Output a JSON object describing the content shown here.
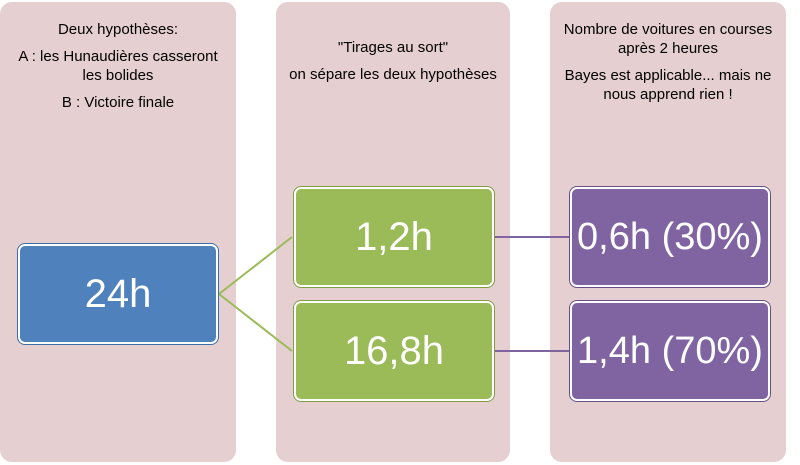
{
  "columns": [
    {
      "lines": [
        "Deux hypothèses:",
        "A : les Hunaudières casseront les bolides",
        "B : Victoire finale"
      ]
    },
    {
      "lines": [
        "\"Tirages au sort\"",
        "on sépare les deux hypothèses"
      ]
    },
    {
      "lines": [
        "Nombre de voitures en courses après 2 heures",
        "Bayes est applicable... mais ne nous apprend rien !"
      ]
    }
  ],
  "nodes": {
    "root": "24h",
    "branch_a": "1,2h",
    "branch_b": "16,8h",
    "result_a": "0,6h (30%)",
    "result_b": "1,4h (70%)"
  },
  "colors": {
    "column_bg": "#e6cfd1",
    "root_fill": "#4f81bd",
    "branch_fill": "#9bbb59",
    "result_fill": "#8064a2",
    "branch_connector": "#9bbb59",
    "result_connector": "#8064a2"
  }
}
